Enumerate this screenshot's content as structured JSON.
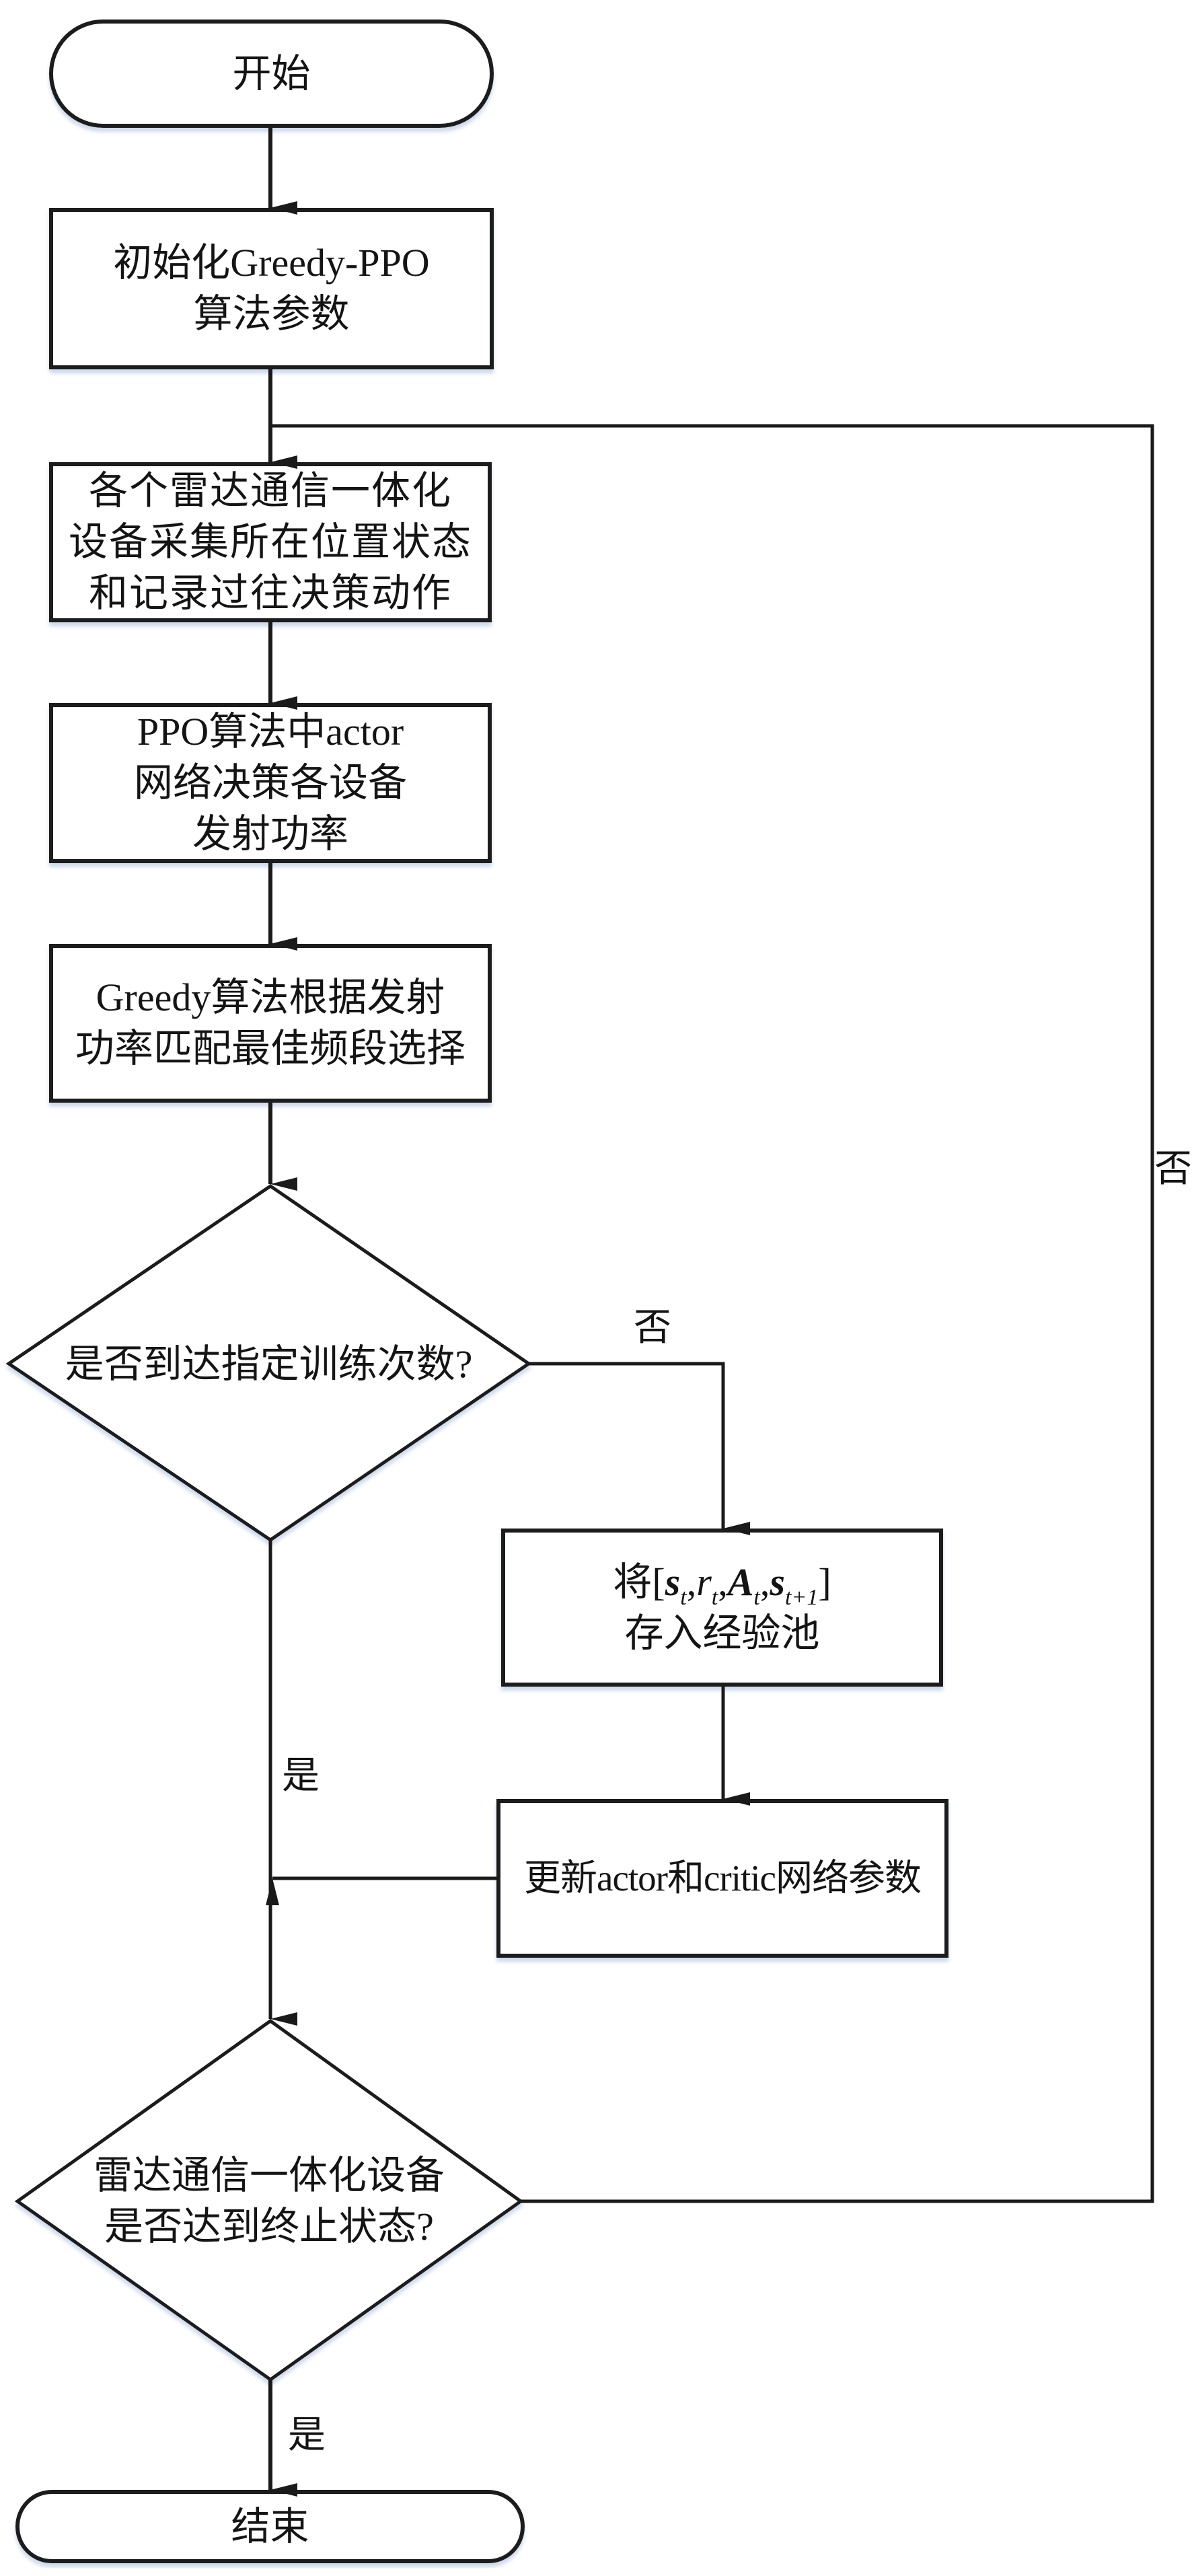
{
  "diagram": {
    "type": "flowchart",
    "nodes": {
      "start": {
        "shape": "terminal",
        "lines": [
          "开始"
        ]
      },
      "init": {
        "shape": "process",
        "lines": [
          "初始化Greedy-PPO",
          "算法参数"
        ]
      },
      "collect": {
        "shape": "process",
        "lines": [
          "各个雷达通信一体化",
          "设备采集所在位置状态",
          "和记录过往决策动作"
        ]
      },
      "actor": {
        "shape": "process",
        "lines": [
          "PPO算法中actor",
          "网络决策各设备",
          "发射功率"
        ]
      },
      "greedy": {
        "shape": "process",
        "lines": [
          "Greedy算法根据发射",
          "功率匹配最佳频段选择"
        ]
      },
      "decision_train": {
        "shape": "decision",
        "lines": [
          "是否到达指定训练次数?"
        ]
      },
      "store": {
        "shape": "process",
        "prefix": "将[",
        "tuple": [
          {
            "sym": "s",
            "style": "bold-italic",
            "sub": "t"
          },
          {
            "sym": "r",
            "style": "italic",
            "sub": "t"
          },
          {
            "sym": "A",
            "style": "bold-italic",
            "sub": "t"
          },
          {
            "sym": "s",
            "style": "bold-italic",
            "sub": "t+1"
          }
        ],
        "separator": ",",
        "suffix": "]",
        "line2": "存入经验池"
      },
      "update": {
        "shape": "process",
        "lines": [
          "更新actor和critic网络参数"
        ]
      },
      "decision_terminal": {
        "shape": "decision",
        "lines": [
          "雷达通信一体化设备",
          "是否达到终止状态?"
        ]
      },
      "end": {
        "shape": "terminal",
        "lines": [
          "结束"
        ]
      }
    },
    "edge_labels": {
      "train_no": "否",
      "train_yes": "是",
      "terminal_no": "否",
      "terminal_yes": "是"
    },
    "edges": [
      {
        "from": "start",
        "to": "init"
      },
      {
        "from": "init",
        "to": "collect"
      },
      {
        "from": "collect",
        "to": "actor"
      },
      {
        "from": "actor",
        "to": "greedy"
      },
      {
        "from": "greedy",
        "to": "decision_train"
      },
      {
        "from": "decision_train",
        "to": "store",
        "label": "否"
      },
      {
        "from": "store",
        "to": "update"
      },
      {
        "from": "update",
        "to": "decision_terminal_path"
      },
      {
        "from": "decision_train",
        "to": "decision_terminal",
        "label": "是"
      },
      {
        "from": "decision_terminal",
        "to": "collect",
        "label": "否"
      },
      {
        "from": "decision_terminal",
        "to": "end",
        "label": "是"
      }
    ],
    "colors": {
      "line": "#1a1a1a",
      "text": "#141414",
      "fill": "#ffffff",
      "shadow": "#c9d6ea"
    }
  }
}
